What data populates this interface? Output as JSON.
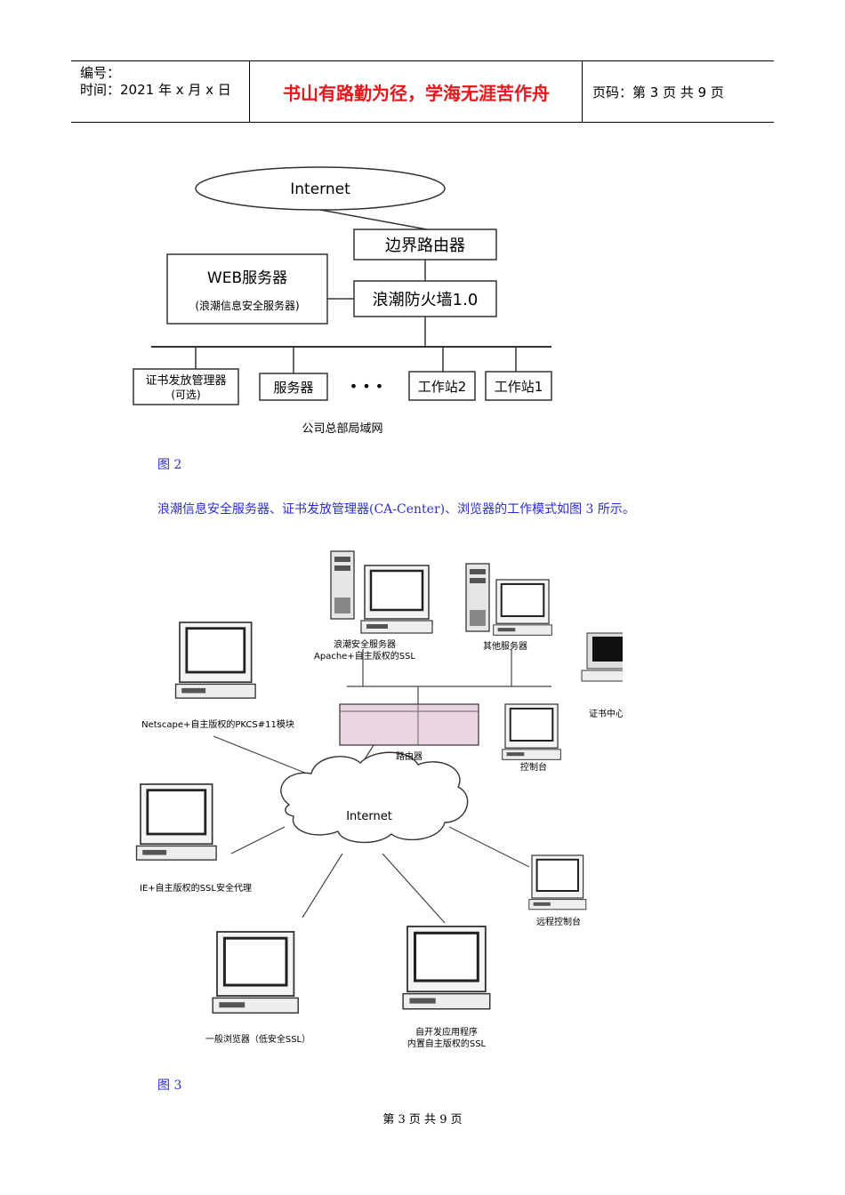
{
  "header": {
    "number_label": "编号：",
    "time_label": "时间：2021 年 x 月 x 日",
    "motto": "书山有路勤为径，学海无涯苦作舟",
    "page_label": "页码：第 3 页  共 9 页"
  },
  "figure2": {
    "internet": "Internet",
    "border_router": "边界路由器",
    "web_server": "WEB服务器",
    "web_server_sub": "(浪潮信息安全服务器)",
    "firewall": "浪潮防火墙1.0",
    "ca_manager": "证书发放管理器",
    "ca_manager_sub": "(可选)",
    "server": "服务器",
    "dots": "• • •",
    "workstation2": "工作站2",
    "workstation1": "工作站1",
    "lan_label": "公司总部局域网",
    "caption": "图 2"
  },
  "paragraph": "浪潮信息安全服务器、证书发放管理器(CA-Center)、浏览器的工作模式如图 3 所示。",
  "figure3": {
    "security_server": "浪潮安全服务器",
    "security_server_sub": "Apache+自主版权的SSL",
    "other_servers": "其他服务器",
    "netscape": "Netscape+自主版权的PKCS#11模块",
    "cert_center": "证书中心",
    "router": "路由器",
    "console": "控制台",
    "internet": "Internet",
    "ie": "IE+自主版权的SSL安全代理",
    "remote_console": "远程控制台",
    "general_browser": "一般浏览器（低安全SSL）",
    "custom_app_1": "自开发应用程序",
    "custom_app_2": "内置自主版权的SSL",
    "caption": "图 3"
  },
  "footer": "第 3 页 共 9 页"
}
